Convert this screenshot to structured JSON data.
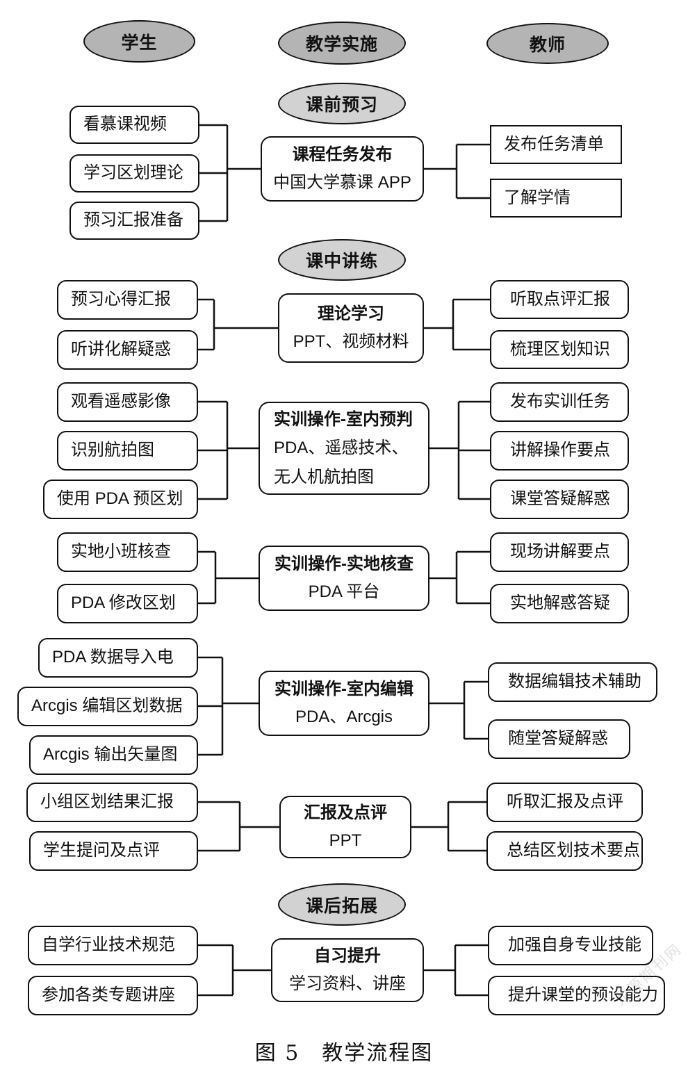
{
  "lanes": {
    "student": "学生",
    "implementation": "教学实施",
    "teacher": "教师"
  },
  "stages": {
    "pre": "课前预习",
    "during": "课中讲练",
    "post": "课后拓展"
  },
  "sections": [
    {
      "center_title": "课程任务发布",
      "center_sub": "中国大学慕课 APP",
      "left": [
        "看慕课视频",
        "学习区划理论",
        "预习汇报准备"
      ],
      "right": [
        "发布任务清单",
        "了解学情"
      ]
    },
    {
      "center_title": "理论学习",
      "center_sub": "PPT、视频材料",
      "left": [
        "预习心得汇报",
        "听讲化解疑惑"
      ],
      "right": [
        "听取点评汇报",
        "梳理区划知识"
      ]
    },
    {
      "center_title": "实训操作-室内预判",
      "center_sub": "PDA、遥感技术、无人机航拍图",
      "left": [
        "观看遥感影像",
        "识别航拍图",
        "使用 PDA 预区划"
      ],
      "right": [
        "发布实训任务",
        "讲解操作要点",
        "课堂答疑解惑"
      ]
    },
    {
      "center_title": "实训操作-实地核查",
      "center_sub": "PDA 平台",
      "left": [
        "实地小班核查",
        "PDA 修改区划"
      ],
      "right": [
        "现场讲解要点",
        "实地解惑答疑"
      ]
    },
    {
      "center_title": "实训操作-室内编辑",
      "center_sub": "PDA、Arcgis",
      "left": [
        "PDA 数据导入电",
        "Arcgis 编辑区划数据",
        "Arcgis 输出矢量图"
      ],
      "right": [
        "数据编辑技术辅助",
        "随堂答疑解惑"
      ]
    },
    {
      "center_title": "汇报及点评",
      "center_sub": "PPT",
      "left": [
        "小组区划结果汇报",
        "学生提问及点评"
      ],
      "right": [
        "听取汇报及点评",
        "总结区划技术要点"
      ]
    },
    {
      "center_title": "自习提升",
      "center_sub": "学习资料、讲座",
      "left": [
        "自学行业技术规范",
        "参加各类专题讲座"
      ],
      "right": [
        "加强自身专业技能",
        "提升课堂的预设能力"
      ]
    }
  ],
  "caption": "图 5　教学流程图",
  "watermark": "龙源期刊网",
  "colors": {
    "lane_ellipse_fill": "#b4b4b4",
    "stage_ellipse_fill": "#d2d2d2",
    "box_border": "#111111",
    "connector": "#111111",
    "background": "#ffffff"
  }
}
